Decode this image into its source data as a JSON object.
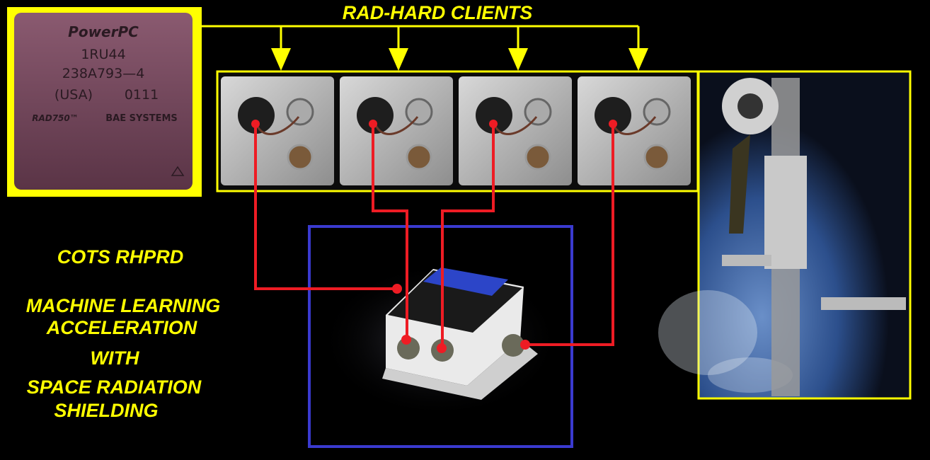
{
  "title": "RAD-HARD CLIENTS",
  "chip": {
    "brand": "PowerPC",
    "line1": "1RU44",
    "line2": "238A793—4",
    "line3_left": "(USA)",
    "line3_right": "0111",
    "model": "RAD750™",
    "maker": "BAE SYSTEMS"
  },
  "left_labels": {
    "l1": "COTS RHPRD",
    "l2": "MACHINE LEARNING",
    "l3": "ACCELERATION",
    "l4": "WITH",
    "l5": "SPACE RADIATION",
    "l6": "SHIELDING"
  },
  "colors": {
    "yellow": "#ffff00",
    "red": "#ee1c24",
    "blue": "#3a3acf",
    "background": "#000000"
  }
}
